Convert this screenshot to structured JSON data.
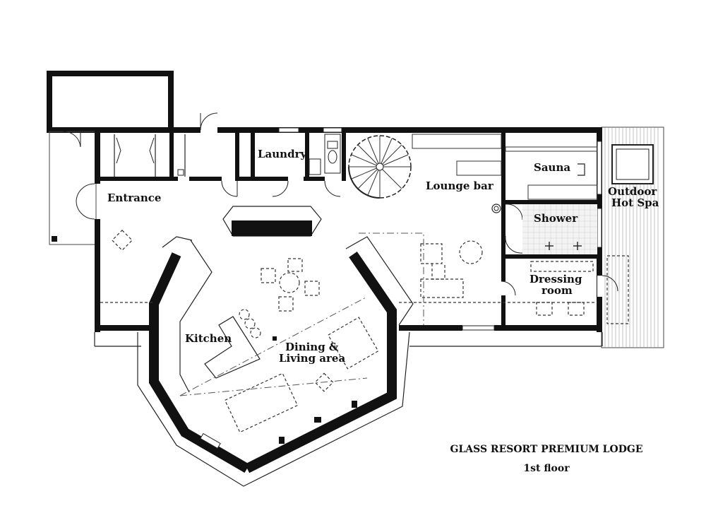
{
  "rooms": {
    "entrance": "Entrance",
    "laundry": "Laundry",
    "lounge_bar": "Lounge bar",
    "sauna": "Sauna",
    "outdoor_hot_spa_line1": "Outdoor",
    "outdoor_hot_spa_line2": "Hot Spa",
    "shower": "Shower",
    "dressing_room_line1": "Dressing",
    "dressing_room_line2": "room",
    "kitchen": "Kitchen",
    "dining_line1": "Dining &",
    "dining_line2": "Living area"
  },
  "title": {
    "line1": "GLASS RESORT PREMIUM LODGE",
    "line2": "1st floor"
  }
}
